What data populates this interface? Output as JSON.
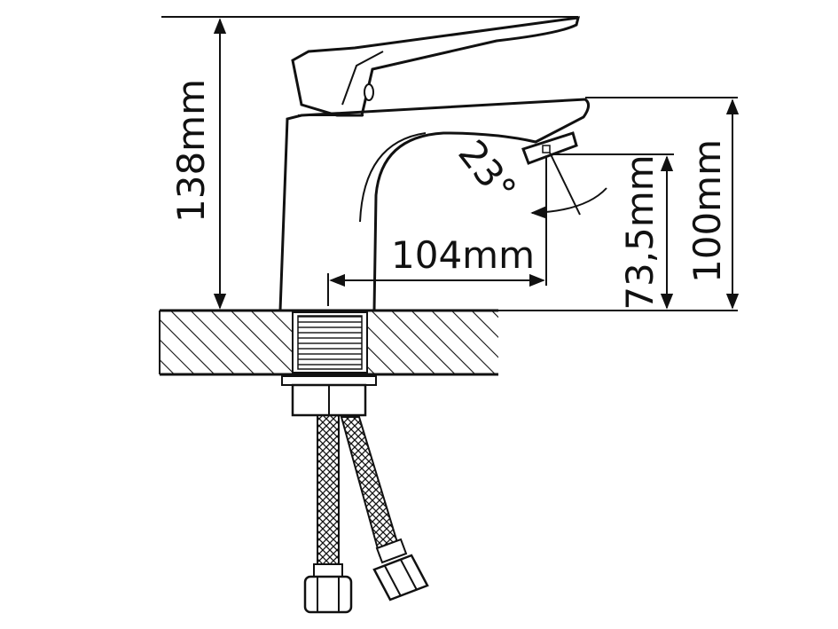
{
  "dimensions": {
    "total_height": "138mm",
    "spout_reach": "104mm",
    "aerator_height": "73,5mm",
    "spout_height": "100mm",
    "spout_angle": "23°"
  },
  "colors": {
    "line": "#111111",
    "background": "#ffffff"
  }
}
